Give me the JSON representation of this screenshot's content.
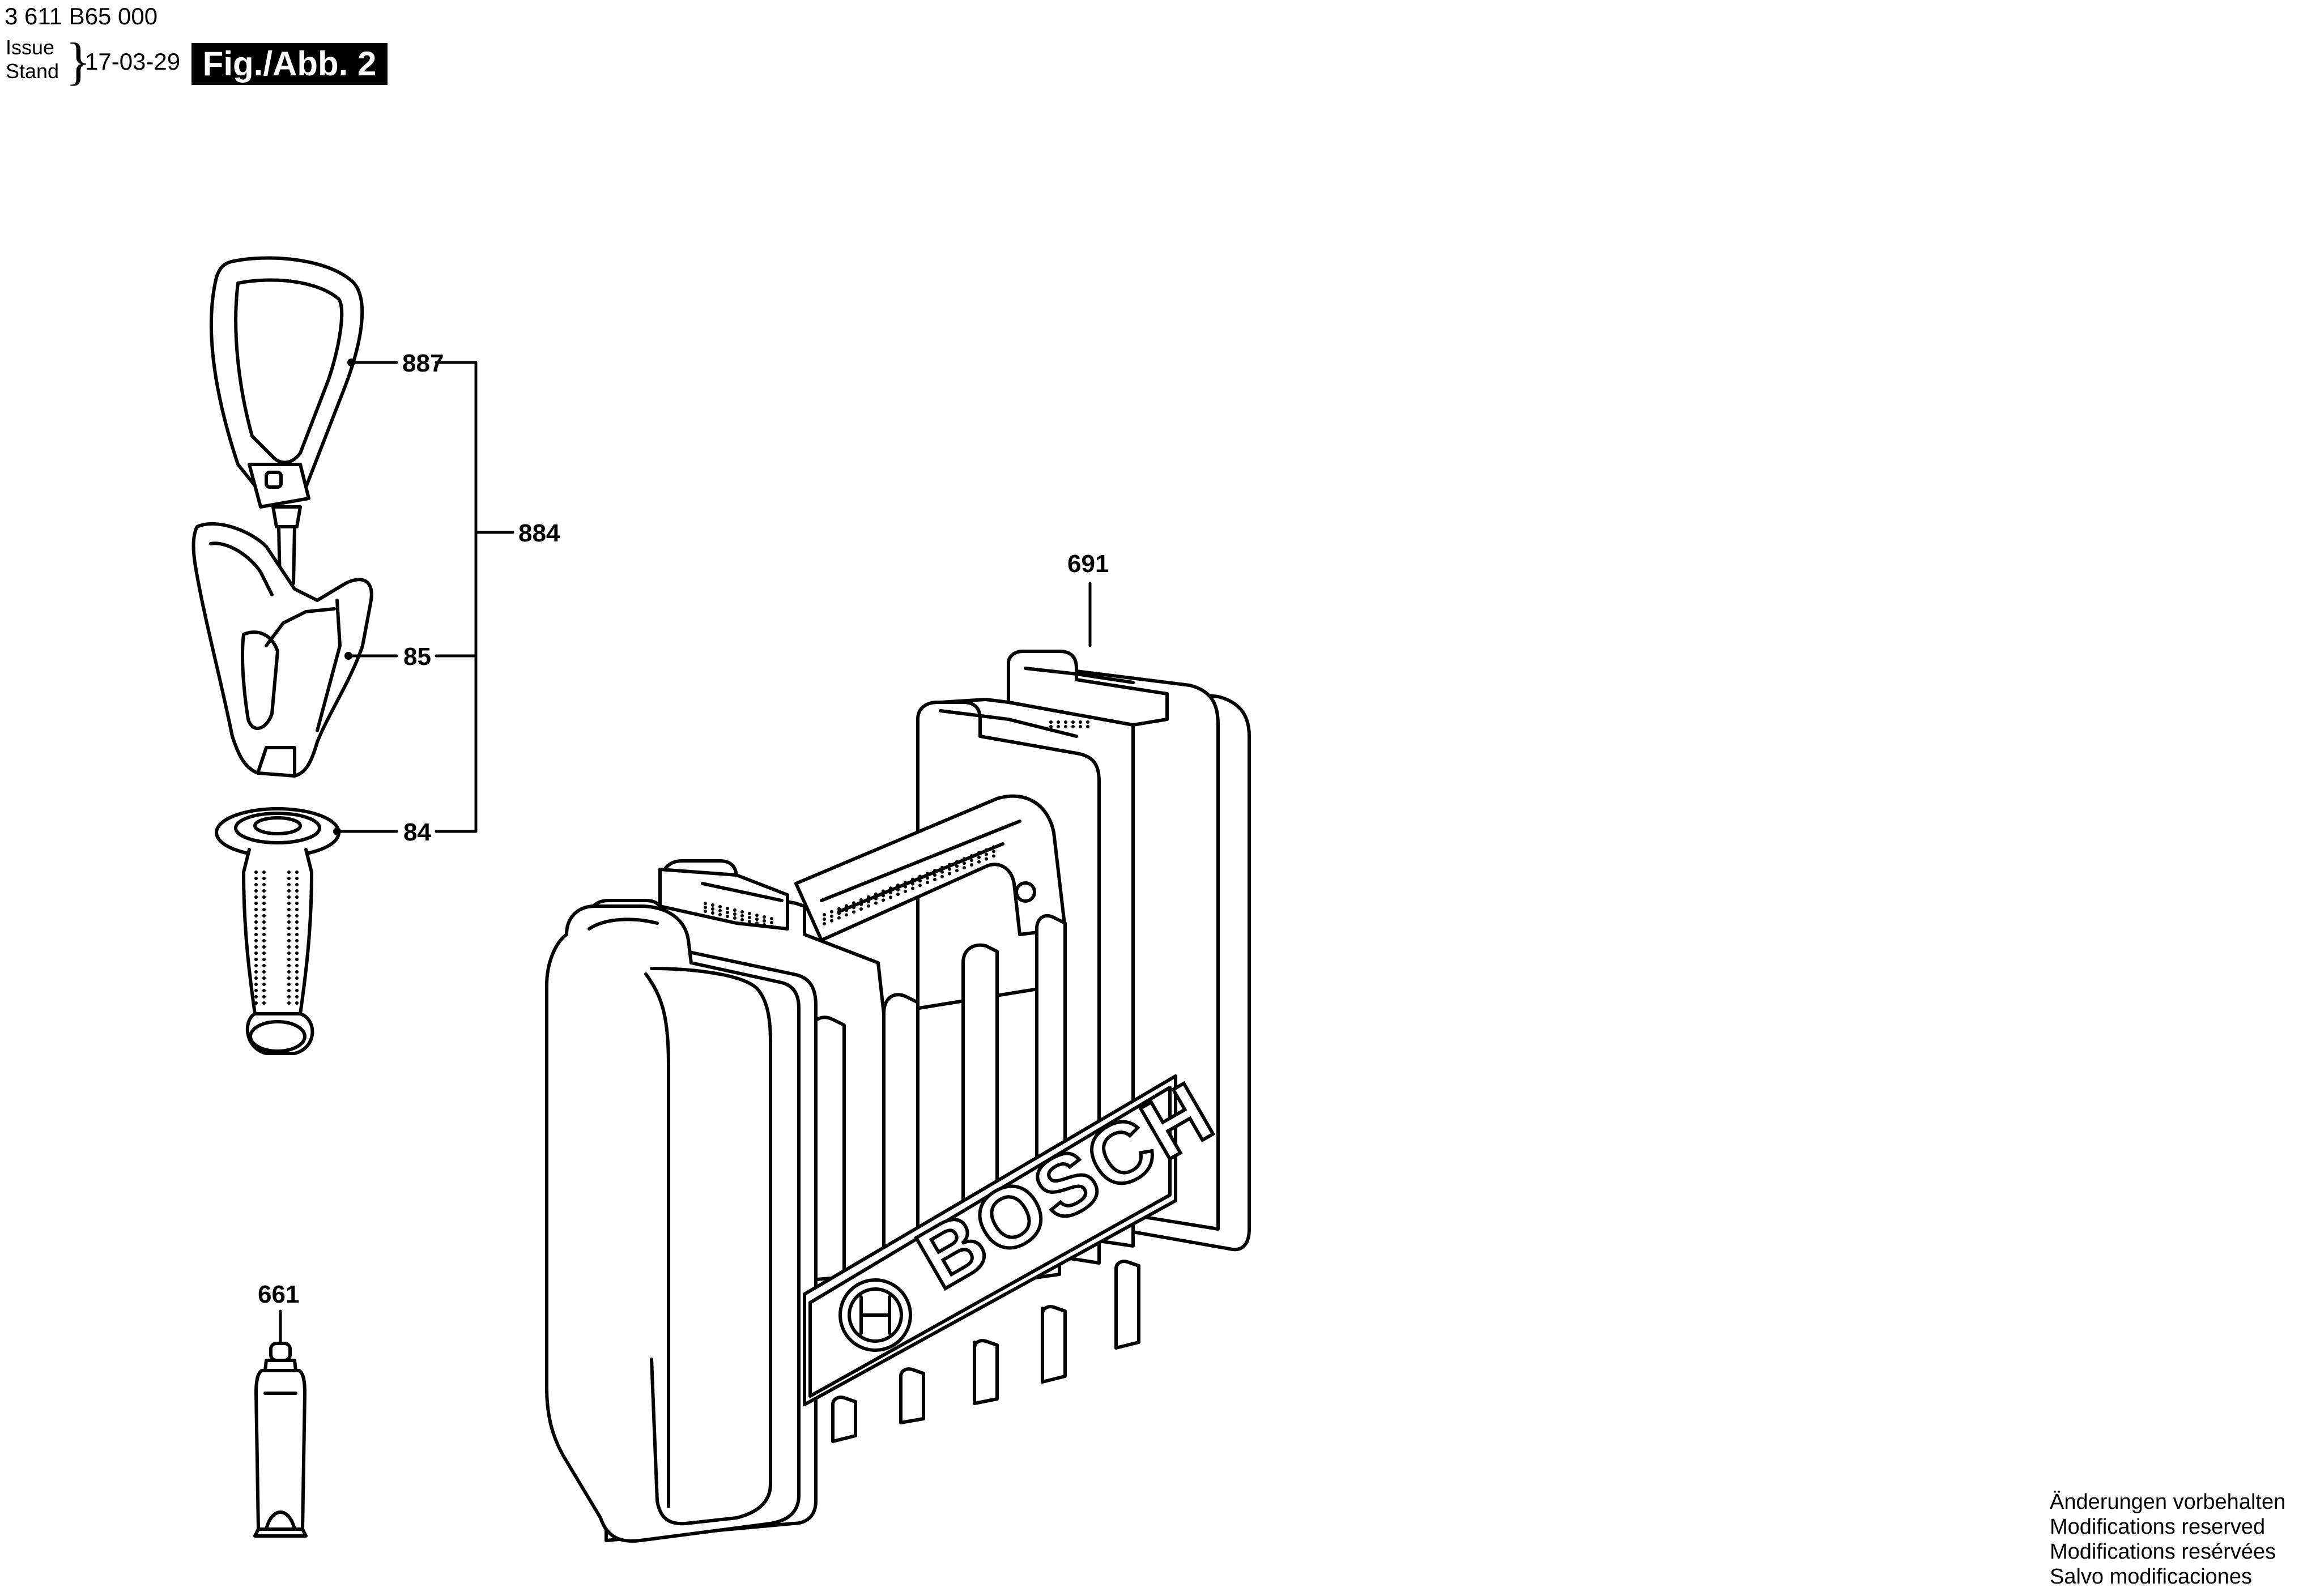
{
  "header": {
    "doc_number": "3 611 B65 000",
    "issue_label": "Issue",
    "stand_label": "Stand",
    "date": "17-03-29",
    "figure": "Fig./Abb. 2"
  },
  "callouts": {
    "c887": "887",
    "c884": "884",
    "c85": "85",
    "c84": "84",
    "c691": "691",
    "c661": "661"
  },
  "logo": {
    "brand": "BOSCH"
  },
  "footer": {
    "lines": [
      "Änderungen vorbehalten",
      "Modifications reserved",
      "Modifications resérvées",
      "Salvo modificaciones"
    ]
  }
}
